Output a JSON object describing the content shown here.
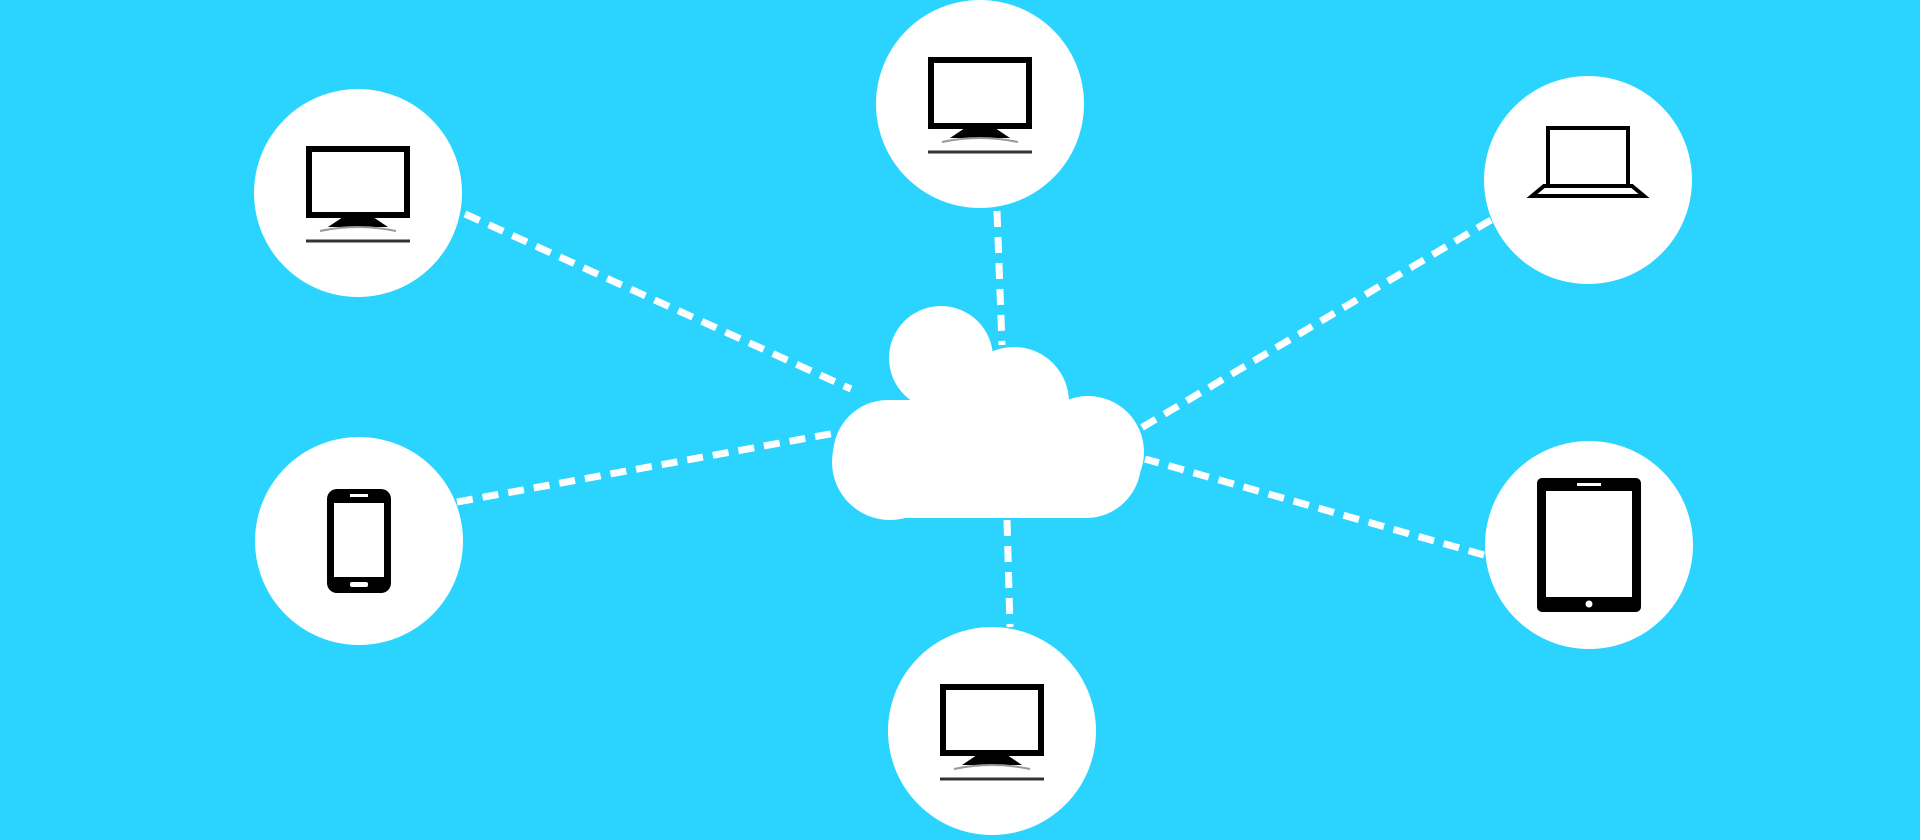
{
  "background_color": "#2AD4FF",
  "node_color": "#FFFFFF",
  "icon_color": "#000000",
  "link_color": "#FFFFFF",
  "hub": {
    "icon": "cloud-icon"
  },
  "nodes": [
    {
      "id": "top-left",
      "icon": "desktop-monitor-icon"
    },
    {
      "id": "top",
      "icon": "desktop-monitor-icon"
    },
    {
      "id": "top-right",
      "icon": "laptop-icon"
    },
    {
      "id": "left",
      "icon": "smartphone-icon"
    },
    {
      "id": "right",
      "icon": "tablet-icon"
    },
    {
      "id": "bottom",
      "icon": "desktop-monitor-icon"
    }
  ]
}
